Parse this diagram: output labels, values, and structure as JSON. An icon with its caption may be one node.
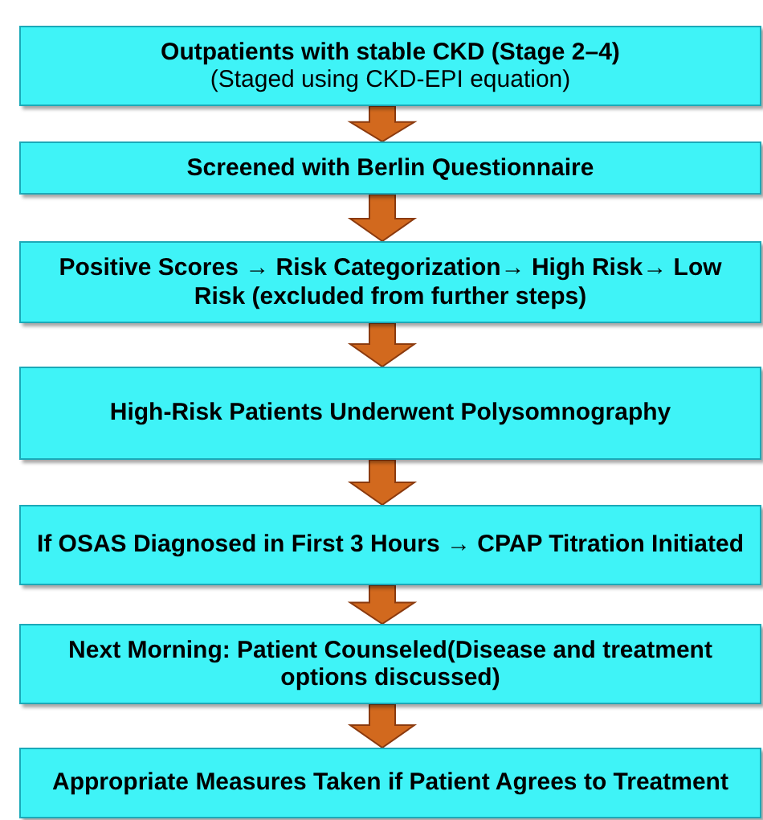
{
  "diagram": {
    "nodes": [
      {
        "text": [
          "Outpatients with stable CKD (Stage 2–4)",
          "(Staged using CKD-EPI equation)"
        ]
      },
      {
        "text": [
          "Screened with Berlin Questionnaire"
        ]
      },
      {
        "text": [
          "Positive Scores → Risk Categorization→ High Risk→ Low Risk (excluded from further steps)"
        ]
      },
      {
        "text": [
          "High-Risk Patients Underwent Polysomnography"
        ]
      },
      {
        "text": [
          "If OSAS Diagnosed in First 3 Hours → CPAP Titration Initiated"
        ]
      },
      {
        "text": [
          "Next Morning: Patient Counseled(Disease and treatment options discussed)"
        ]
      },
      {
        "text": [
          "Appropriate Measures Taken if Patient Agrees to Treatment"
        ]
      }
    ],
    "edges": [
      {
        "from": 0,
        "to": 1,
        "arrow": "to"
      },
      {
        "from": 1,
        "to": 2,
        "arrow": "to"
      },
      {
        "from": 2,
        "to": 3,
        "arrow": "to"
      },
      {
        "from": 3,
        "to": 4,
        "arrow": "to"
      },
      {
        "from": 4,
        "to": 5,
        "arrow": "to"
      },
      {
        "from": 5,
        "to": 6,
        "arrow": "to"
      }
    ]
  }
}
